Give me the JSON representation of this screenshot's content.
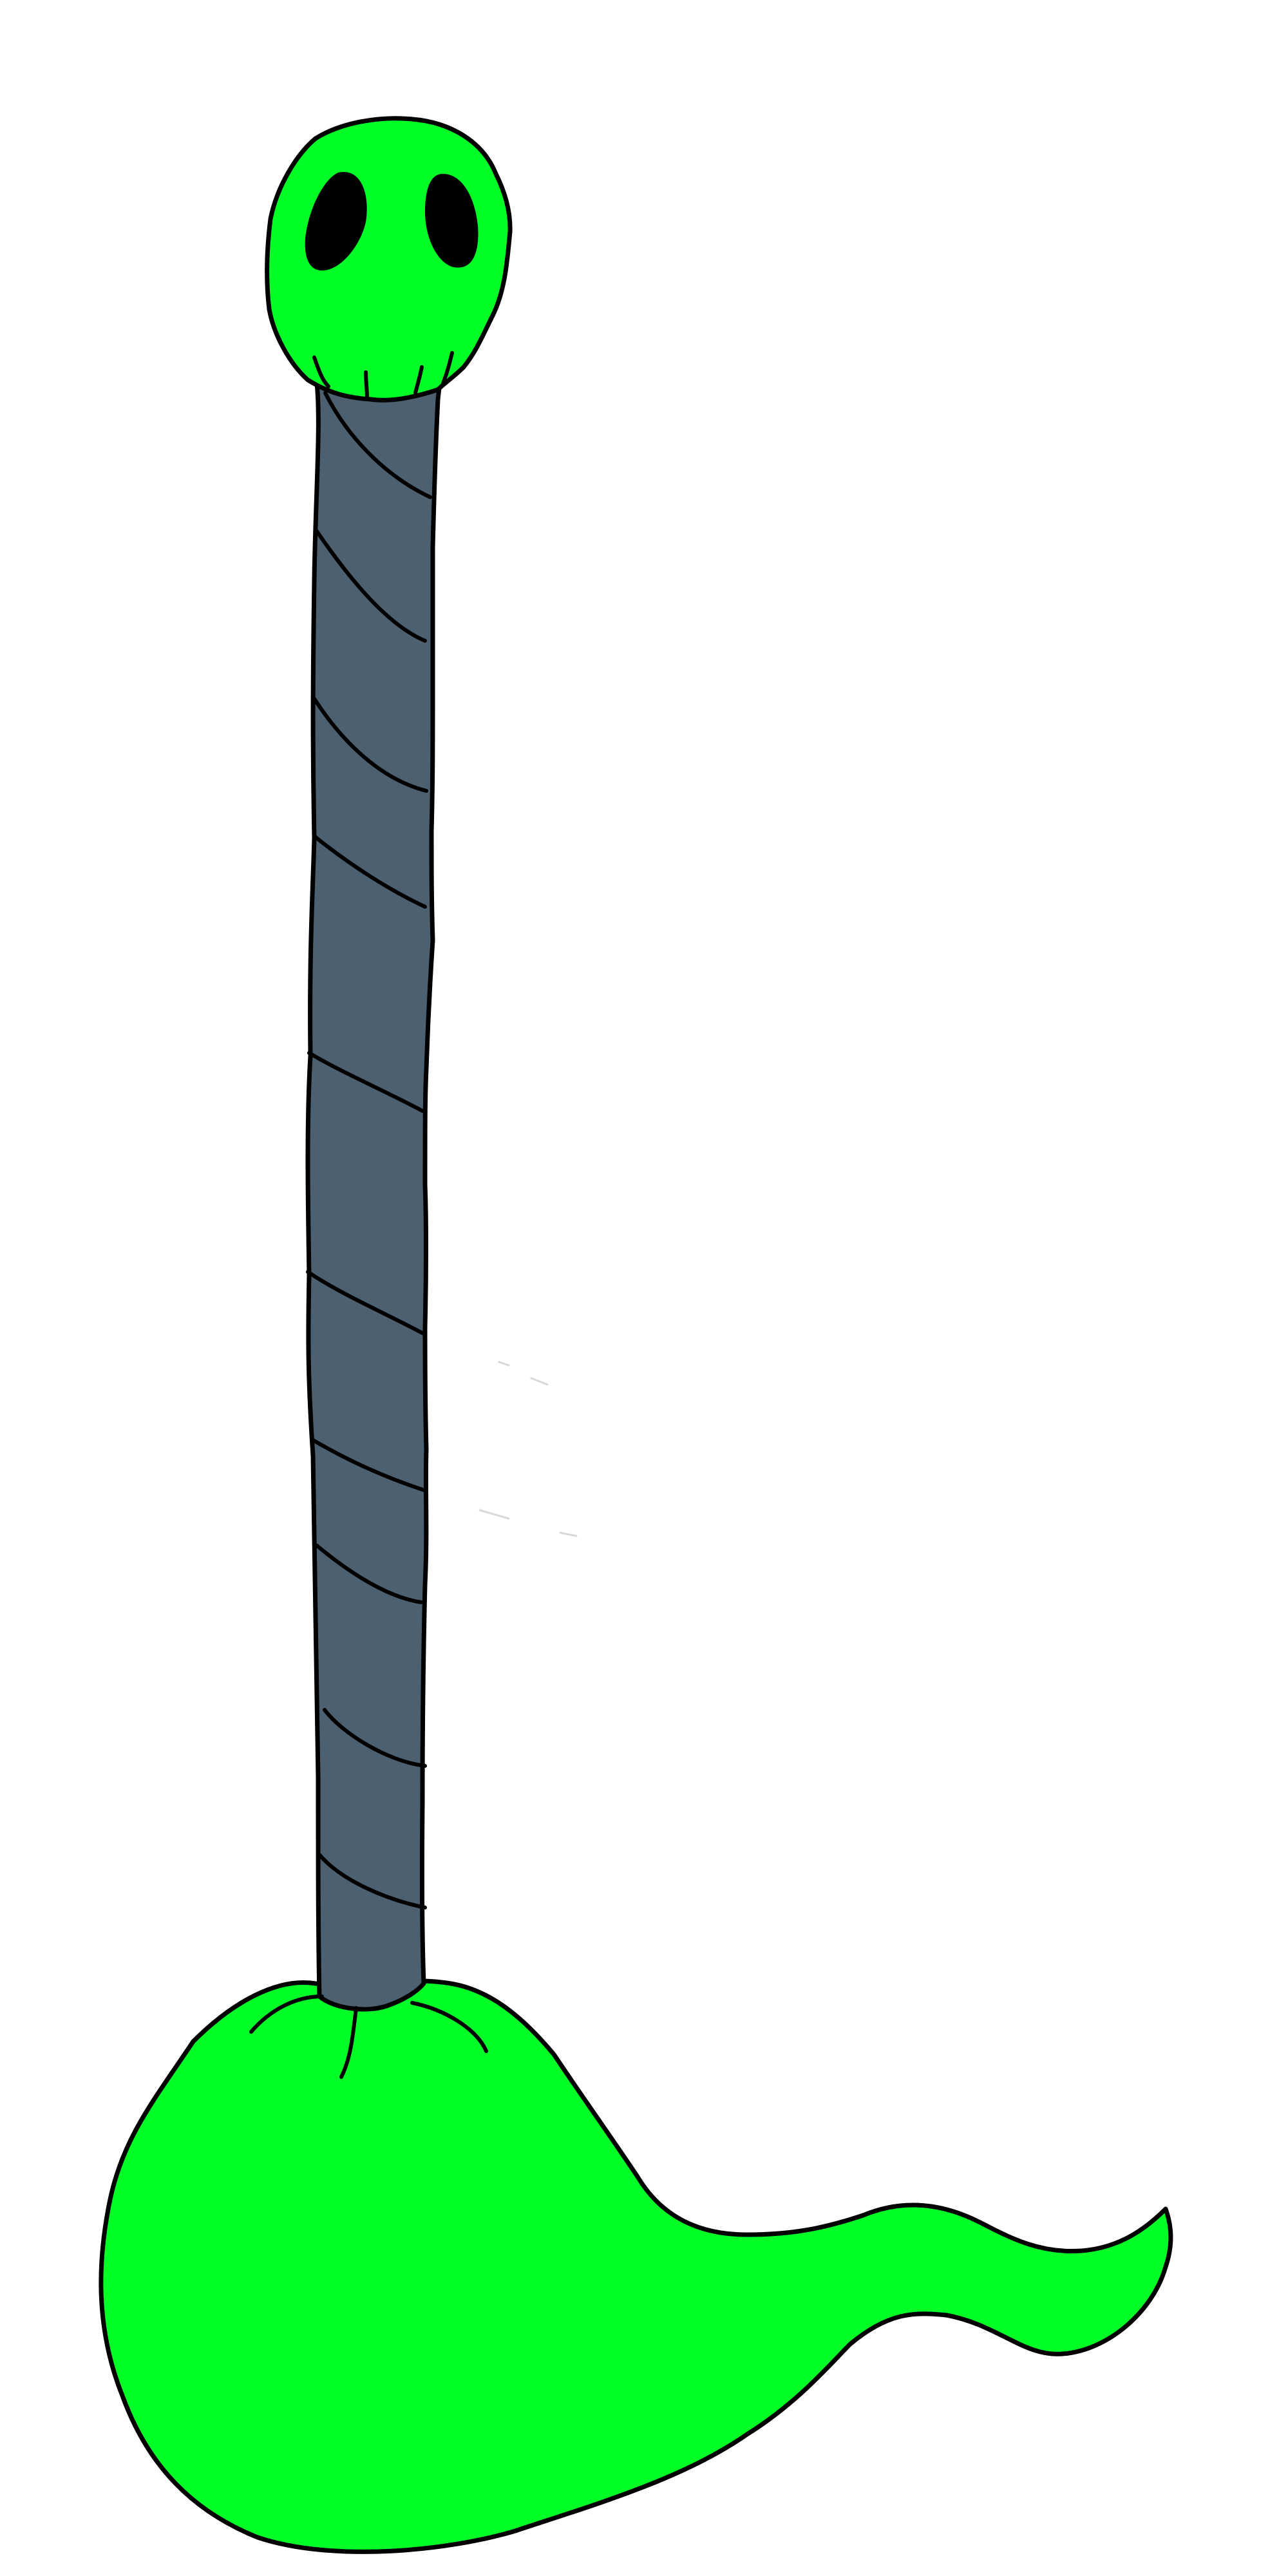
{
  "colors": {
    "background": "#ffffff",
    "body_green": "#00ff27",
    "stalk_slate": "#4d606f",
    "outline": "#000000"
  },
  "figure": {
    "parts": [
      "skull-head",
      "eye-left",
      "eye-right",
      "stalk",
      "stalk-stripes",
      "blob-base",
      "tail"
    ]
  }
}
